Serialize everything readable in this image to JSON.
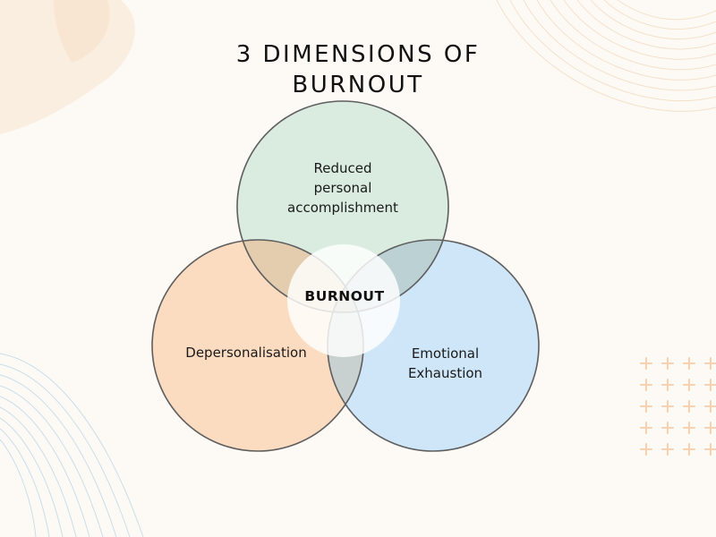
{
  "title": {
    "line1": "3 DIMENSIONS OF",
    "line2": "BURNOUT"
  },
  "circles": {
    "top": {
      "lines": [
        "Reduced",
        "personal",
        "accomplishment"
      ],
      "fill": "#d9ecdf"
    },
    "left": {
      "lines": [
        "Depersonalisation"
      ],
      "fill": "#fbdcc0"
    },
    "right": {
      "lines": [
        "Emotional",
        "Exhaustion"
      ],
      "fill": "#cfe6f8"
    },
    "center": {
      "label": "BURNOUT",
      "fill": "#ffffff"
    }
  },
  "colors": {
    "background": "#fdfaf5",
    "outline": "#5e5e5e",
    "overlap_tint": "#c7b79a",
    "decor_peach": "#f6dcc0",
    "decor_blue": "#a9cde6"
  }
}
